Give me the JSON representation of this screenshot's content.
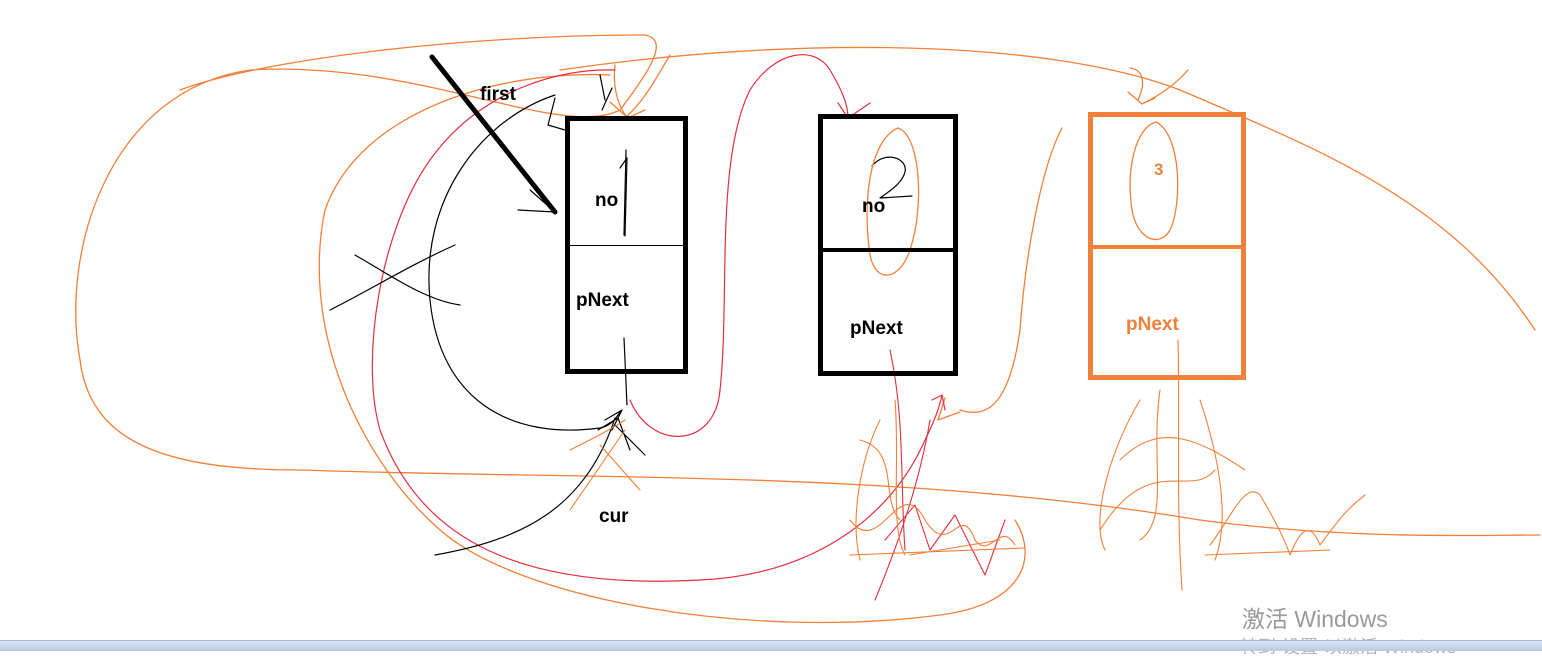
{
  "diagram": {
    "pointers": {
      "first_label": "first",
      "cur_label": "cur"
    },
    "nodes": [
      {
        "field_no": "no",
        "field_next": "pNext",
        "value_mark": "",
        "color": "#000000"
      },
      {
        "field_no": "no",
        "field_next": "pNext",
        "value_mark": "",
        "color": "#000000"
      },
      {
        "field_no": "",
        "field_next": "pNext",
        "value_mark": "3",
        "color": "#f0813a"
      }
    ],
    "colors": {
      "orange_ink": "#f0813a",
      "red_ink": "#e03040",
      "black_ink": "#000000"
    }
  },
  "watermark": {
    "title": "激活 Windows",
    "subtitle": "转到“设置”以激活 Windows"
  }
}
